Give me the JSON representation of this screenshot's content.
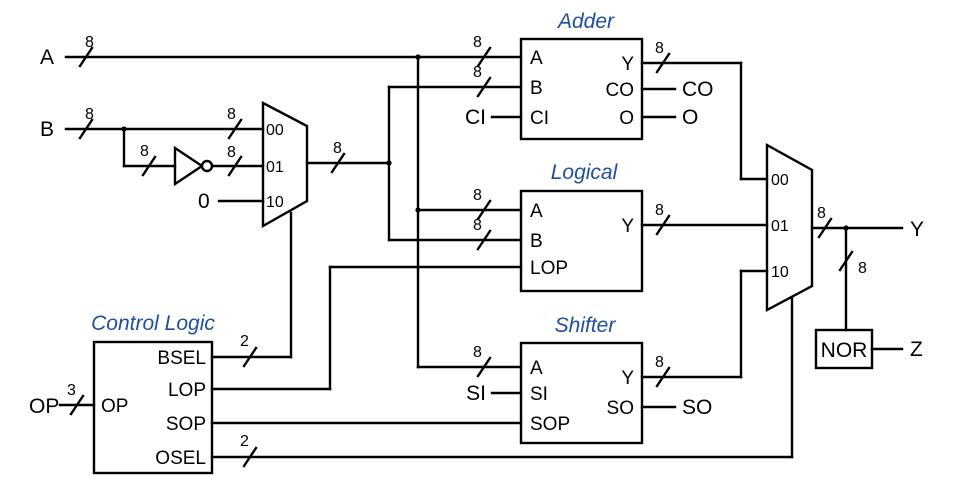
{
  "inputs": {
    "a": "A",
    "b": "B",
    "op": "OP",
    "zero": "0"
  },
  "outputs": {
    "y": "Y",
    "z": "Z"
  },
  "adder": {
    "title": "Adder",
    "ports": {
      "a": "A",
      "b": "B",
      "ci": "CI",
      "y": "Y",
      "co": "CO",
      "o": "O"
    },
    "ext": {
      "ci": "CI",
      "co": "CO",
      "o": "O"
    }
  },
  "logical": {
    "title": "Logical",
    "ports": {
      "a": "A",
      "b": "B",
      "lop": "LOP",
      "y": "Y"
    }
  },
  "shifter": {
    "title": "Shifter",
    "ports": {
      "a": "A",
      "si": "SI",
      "sop": "SOP",
      "y": "Y",
      "so": "SO"
    },
    "ext": {
      "si": "SI",
      "so": "SO"
    }
  },
  "control": {
    "title": "Control Logic",
    "ports": {
      "op": "OP",
      "bsel": "BSEL",
      "lop": "LOP",
      "sop": "SOP",
      "osel": "OSEL"
    }
  },
  "bmux": {
    "in0": "00",
    "in1": "01",
    "in2": "10"
  },
  "omux": {
    "in0": "00",
    "in1": "01",
    "in2": "10"
  },
  "nor": {
    "label": "NOR"
  },
  "widths": {
    "eight": "8",
    "three": "3",
    "two": "2"
  }
}
